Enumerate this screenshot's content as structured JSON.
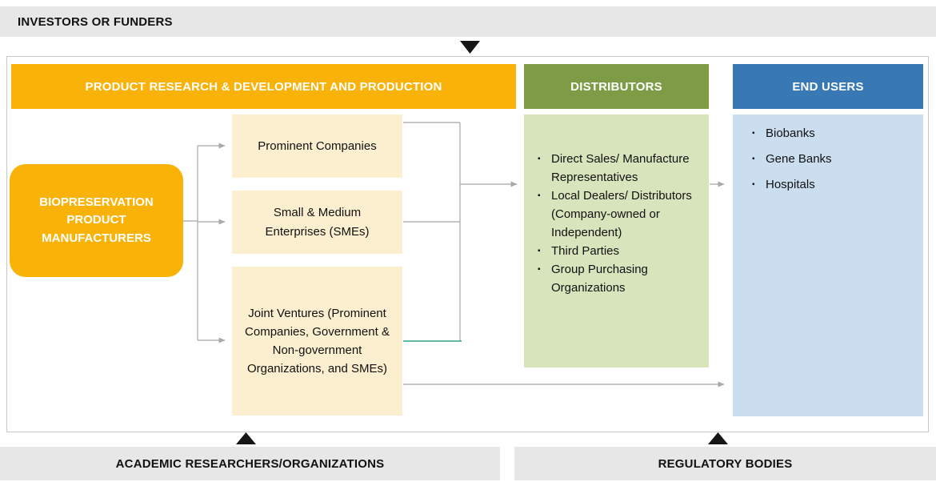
{
  "top_bar": {
    "label": "INVESTORS OR FUNDERS"
  },
  "columns": {
    "rnd_header": "PRODUCT RESEARCH & DEVELOPMENT AND PRODUCTION",
    "distributors_header": "DISTRIBUTORS",
    "end_users_header": "END USERS"
  },
  "manufacturers": {
    "label": "BIOPRESERVATION PRODUCT MANUFACTURERS"
  },
  "rnd_boxes": [
    {
      "label": "Prominent Companies"
    },
    {
      "label": "Small & Medium Enterprises (SMEs)"
    },
    {
      "label": "Joint Ventures (Prominent Companies, Government & Non-government Organizations, and SMEs)"
    }
  ],
  "distributors": {
    "items": [
      "Direct Sales/ Manufacture Representatives",
      "Local Dealers/ Distributors (Company-owned or Independent)",
      "Third Parties",
      "Group Purchasing Organizations"
    ]
  },
  "end_users": {
    "items": [
      "Biobanks",
      "Gene Banks",
      "Hospitals"
    ]
  },
  "bottom_bars": [
    {
      "label": "ACADEMIC RESEARCHERS/ORGANIZATIONS"
    },
    {
      "label": "REGULATORY BODIES"
    }
  ],
  "glyphs": {
    "square_bullet": "▪"
  },
  "colors": {
    "accent-yellow": "#F9B208",
    "accent-yellow-light": "#FCEFCF",
    "accent-olive": "#7D9C45",
    "accent-olive-light": "#D7E4BC",
    "accent-blue": "#3879B5",
    "accent-blue-light": "#CBDEEF",
    "bar-gray": "#E7E7E7",
    "connector-gray": "#ABABAB",
    "connector-teal": "#2BA08C",
    "arrow-black": "#161616"
  }
}
